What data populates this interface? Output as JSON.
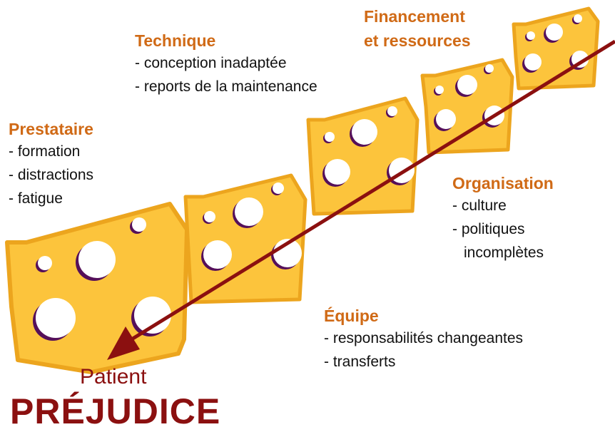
{
  "colors": {
    "cheese": "#fcc43c",
    "cheese_edge": "#eca51e",
    "hole_shadow": "#55105a",
    "arrow": "#8b1010",
    "heading": "#d06a16",
    "text": "#111111"
  },
  "groups": {
    "prestataire": {
      "title": "Prestataire",
      "items": [
        "- formation",
        "- distractions",
        "- fatigue"
      ]
    },
    "technique": {
      "title": "Technique",
      "items": [
        "- conception inadaptée",
        "- reports de la maintenance"
      ]
    },
    "financement": {
      "title_lines": [
        "Financement",
        "et ressources"
      ]
    },
    "organisation": {
      "title": "Organisation",
      "items": [
        "- culture",
        "- politiques",
        "incomplètes"
      ]
    },
    "equipe": {
      "title": "Équipe",
      "items": [
        "- responsabilités changeantes",
        "- transferts"
      ]
    }
  },
  "outcome": {
    "patient": "Patient",
    "harm": "PRÉJUDICE"
  }
}
